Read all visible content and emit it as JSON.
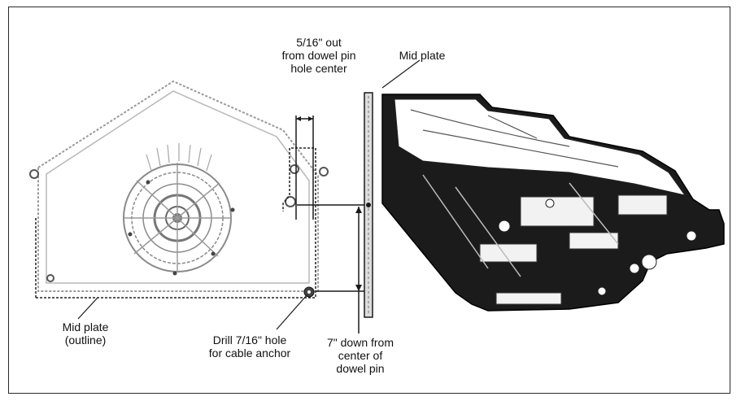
{
  "labels": {
    "dowel_offset": [
      "5/16\" out",
      "from dowel pin",
      "hole center"
    ],
    "mid_plate": "Mid plate",
    "mid_plate_outline": [
      "Mid plate",
      "(outline)"
    ],
    "drill_hole": [
      "Drill 7/16\" hole",
      "for cable anchor"
    ],
    "down_from_center": [
      "7\" down from",
      "center of",
      "dowel pin"
    ]
  },
  "colors": {
    "line": "#1a1a1a",
    "ghost": "#9a9a9a",
    "dark": "#111111"
  }
}
